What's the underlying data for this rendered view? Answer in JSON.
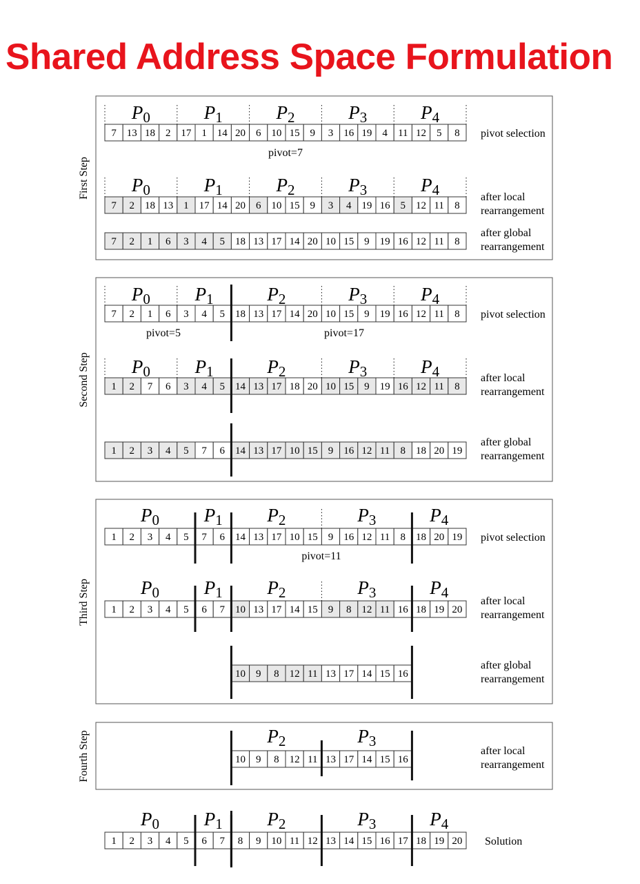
{
  "title": "Shared Address Space Formulation",
  "colors": {
    "title": "#e8141c",
    "highlight": "#e8e8e8",
    "border": "#333333"
  },
  "processors": [
    "P0",
    "P1",
    "P2",
    "P3",
    "P4"
  ],
  "steps": [
    {
      "label": "First Step",
      "rows": [
        {
          "procs": [
            0,
            1,
            2,
            3,
            4
          ],
          "values": [
            7,
            13,
            18,
            2,
            17,
            1,
            14,
            20,
            6,
            10,
            15,
            9,
            3,
            16,
            19,
            4,
            11,
            12,
            5,
            8
          ],
          "start": 0,
          "shaded": [],
          "text": [
            "pivot selection"
          ],
          "pivots": [
            "pivot=7"
          ]
        },
        {
          "procs": [
            0,
            1,
            2,
            3,
            4
          ],
          "values": [
            7,
            2,
            18,
            13,
            1,
            17,
            14,
            20,
            6,
            10,
            15,
            9,
            3,
            4,
            19,
            16,
            5,
            12,
            11,
            8
          ],
          "start": 0,
          "shaded": [
            0,
            1,
            4,
            8,
            12,
            13,
            16
          ],
          "text": [
            "after local",
            "rearrangement"
          ],
          "pivots": []
        },
        {
          "procs": [],
          "values": [
            7,
            2,
            1,
            6,
            3,
            4,
            5,
            18,
            13,
            17,
            14,
            20,
            10,
            15,
            9,
            19,
            16,
            12,
            11,
            8
          ],
          "start": 0,
          "shaded": [
            0,
            1,
            2,
            3,
            4,
            5,
            6
          ],
          "text": [
            "after global",
            "rearrangement"
          ],
          "pivots": []
        }
      ]
    },
    {
      "label": "Second Step",
      "rows": [
        {
          "procs": [
            0,
            1,
            2,
            3,
            4
          ],
          "values": [
            7,
            2,
            1,
            6,
            3,
            4,
            5,
            18,
            13,
            17,
            14,
            20,
            10,
            15,
            9,
            19,
            16,
            12,
            11,
            8
          ],
          "start": 0,
          "shaded": [],
          "text": [
            "pivot selection"
          ],
          "pivots": [
            "pivot=5",
            "pivot=17"
          ]
        },
        {
          "procs": [
            0,
            1,
            2,
            3,
            4
          ],
          "values": [
            1,
            2,
            7,
            6,
            3,
            4,
            5,
            14,
            13,
            17,
            18,
            20,
            10,
            15,
            9,
            19,
            16,
            12,
            11,
            8
          ],
          "start": 0,
          "shaded": [
            0,
            1,
            4,
            5,
            6,
            7,
            8,
            9,
            12,
            13,
            14,
            16,
            17,
            18,
            19
          ],
          "text": [
            "after local",
            "rearrangement"
          ],
          "pivots": []
        },
        {
          "procs": [],
          "values": [
            1,
            2,
            3,
            4,
            5,
            7,
            6,
            14,
            13,
            17,
            10,
            15,
            9,
            16,
            12,
            11,
            8,
            18,
            20,
            19
          ],
          "start": 0,
          "shaded": [
            0,
            1,
            2,
            3,
            4,
            7,
            8,
            9,
            10,
            11,
            12,
            13,
            14,
            15,
            16
          ],
          "text": [
            "after global",
            "rearrangement"
          ],
          "pivots": []
        }
      ]
    },
    {
      "label": "Third Step",
      "rows": [
        {
          "procs": [
            0,
            1,
            2,
            3,
            4
          ],
          "values": [
            1,
            2,
            3,
            4,
            5,
            7,
            6,
            14,
            13,
            17,
            10,
            15,
            9,
            16,
            12,
            11,
            8,
            18,
            20,
            19
          ],
          "start": 0,
          "shaded": [],
          "text": [
            "pivot selection"
          ],
          "pivots": [
            "pivot=11"
          ]
        },
        {
          "procs": [
            0,
            1,
            2,
            3,
            4
          ],
          "values": [
            1,
            2,
            3,
            4,
            5,
            6,
            7,
            10,
            13,
            17,
            14,
            15,
            9,
            8,
            12,
            11,
            16,
            18,
            19,
            20
          ],
          "start": 0,
          "shaded": [
            7,
            12,
            13,
            14,
            15
          ],
          "text": [
            "after local",
            "rearrangement"
          ],
          "pivots": []
        },
        {
          "procs": [],
          "values": [
            10,
            9,
            8,
            12,
            11,
            13,
            17,
            14,
            15,
            16
          ],
          "start": 7,
          "shaded": [
            0,
            1,
            2,
            3,
            4
          ],
          "text": [
            "after global",
            "rearrangement"
          ],
          "pivots": []
        }
      ]
    },
    {
      "label": "Fourth Step",
      "rows": [
        {
          "procs": [
            2,
            3
          ],
          "values": [
            10,
            9,
            8,
            12,
            11,
            13,
            17,
            14,
            15,
            16
          ],
          "start": 7,
          "shaded": [],
          "text": [
            "after local",
            "rearrangement"
          ],
          "pivots": []
        }
      ]
    }
  ],
  "solution": {
    "procs": [
      0,
      1,
      2,
      3,
      4
    ],
    "values": [
      1,
      2,
      3,
      4,
      5,
      6,
      7,
      8,
      9,
      10,
      11,
      12,
      13,
      14,
      15,
      16,
      17,
      18,
      19,
      20
    ],
    "text": "Solution"
  }
}
